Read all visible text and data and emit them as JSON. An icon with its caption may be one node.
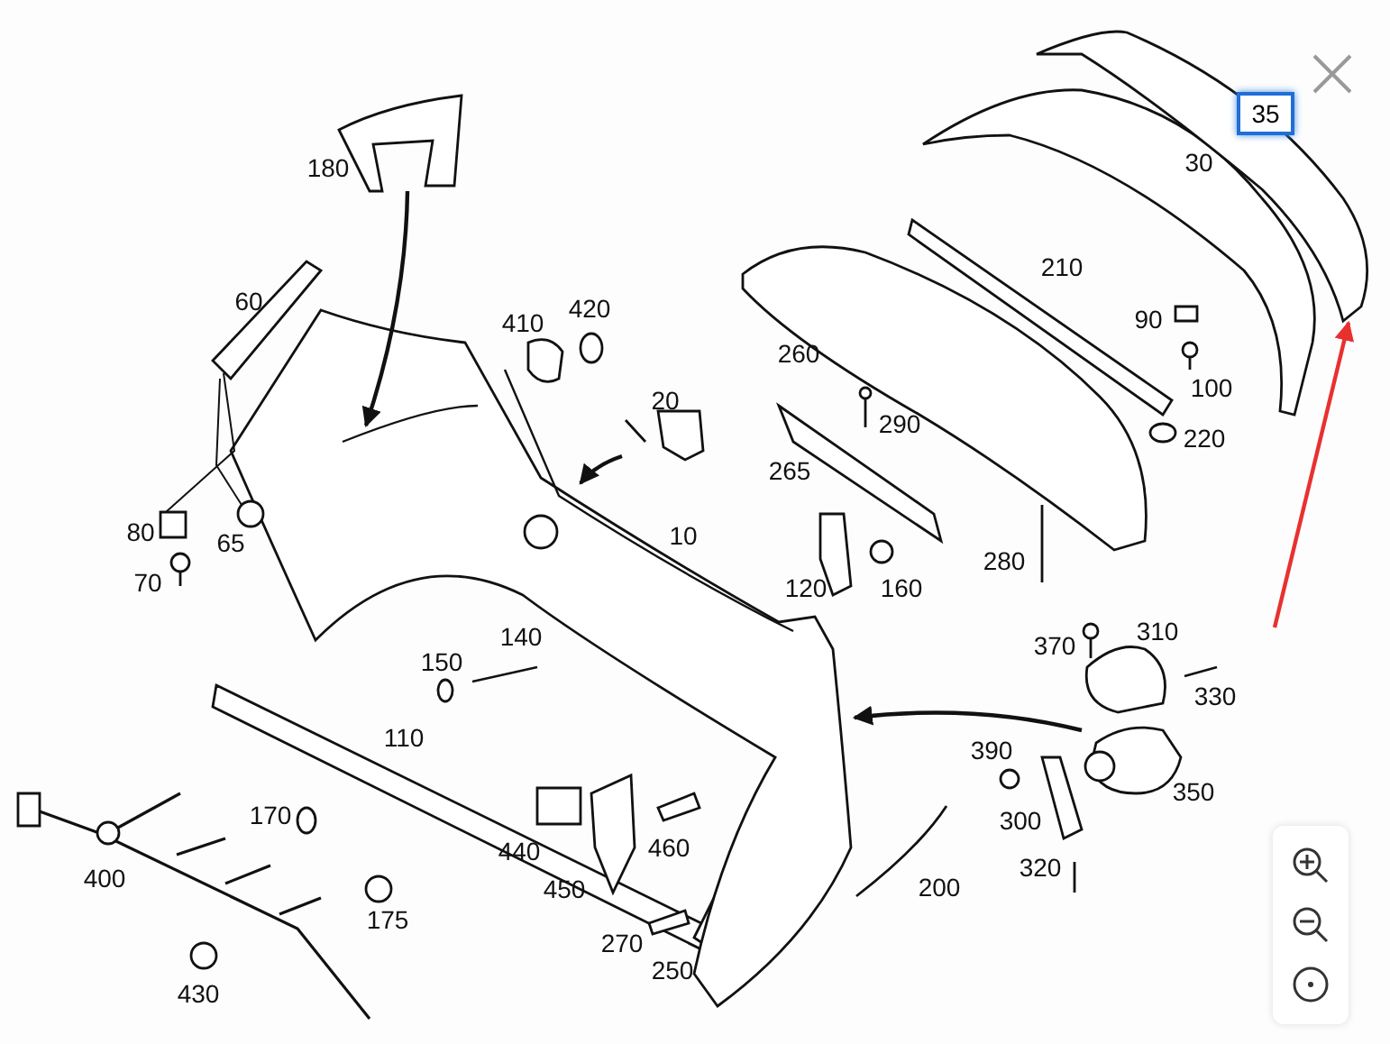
{
  "diagram": {
    "nodes": [
      {
        "text": [],
        "shape": "picture"
      },
      {
        "text": [],
        "shape": "picture"
      },
      {
        "text": [],
        "shape": "picture"
      },
      {
        "text": [],
        "shape": "picture"
      },
      {
        "text": [],
        "shape": "picture"
      },
      {
        "text": [],
        "shape": "picture"
      },
      {
        "text": [],
        "shape": "box"
      },
      {
        "text": [],
        "shape": "circle"
      },
      {
        "text": [
          "35"
        ]
      }
    ],
    "edges": [
      {
        "from": 0,
        "to": 1,
        "arrow": "to"
      },
      {
        "from": 2,
        "to": 1,
        "arrow": "to"
      },
      {
        "from": 3,
        "to": 1,
        "arrow": "to"
      },
      {
        "from": null,
        "to": 4,
        "arrow": "to",
        "color": "#e8312f"
      },
      {
        "from": 5,
        "to": 6,
        "arrow": "none"
      },
      {
        "from": 5,
        "to": 7,
        "arrow": "none"
      }
    ],
    "labels": [
      "180",
      "30",
      "60",
      "210",
      "410",
      "420",
      "260",
      "90",
      "20",
      "100",
      "290",
      "220",
      "265",
      "80",
      "65",
      "10",
      "280",
      "120",
      "160",
      "70",
      "370",
      "310",
      "150",
      "140",
      "330",
      "390",
      "110",
      "350",
      "300",
      "170",
      "440",
      "460",
      "400",
      "320",
      "200",
      "450",
      "175",
      "270",
      "250",
      "430"
    ]
  }
}
